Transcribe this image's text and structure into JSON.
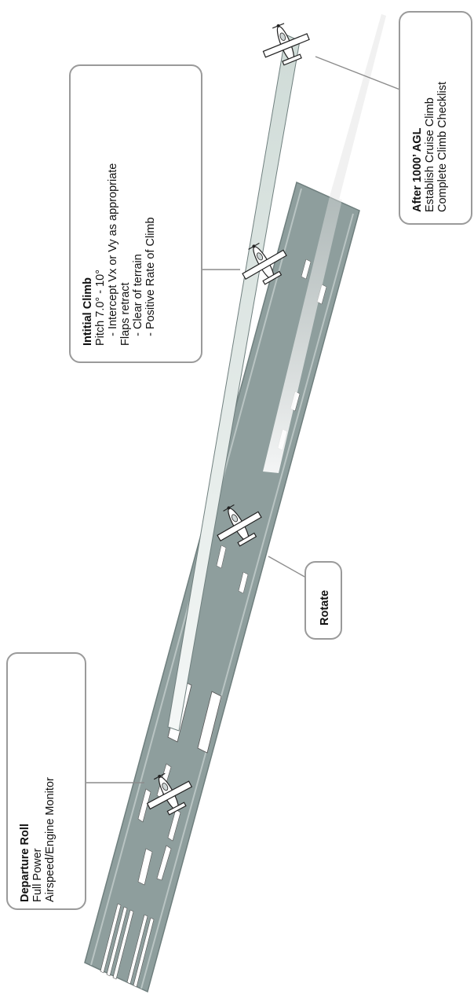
{
  "colors": {
    "runway": "#8e9e9d",
    "runway_edge": "#6f7f7e",
    "markings": "#ffffff",
    "flight_path": "#dfe8e5",
    "callout_border": "#9a9a9a",
    "leader_line": "#8c8c8c"
  },
  "callouts": {
    "departure": {
      "title": "Departure Roll",
      "line1": "Full Power",
      "line2": "Airspeed/Engine Monitor"
    },
    "rotate": {
      "title": "Rotate"
    },
    "initial_climb": {
      "title": "Intitial Climb",
      "line1": "Pitch 7.0° - 10°",
      "line2": "   - Intercept Vx or Vy as appropriate",
      "line3": "Flaps retract",
      "line4": "   - Clear of terrain",
      "line5": "   - Positive Rate of Climb"
    },
    "after_1000": {
      "title": "After 1000’ AGL",
      "line1": "Establish Cruise Climb",
      "line2": "Complete Climb Checklist"
    }
  },
  "aircraft": [
    {
      "name": "aircraft-departure-roll-icon"
    },
    {
      "name": "aircraft-rotate-icon"
    },
    {
      "name": "aircraft-initial-climb-icon"
    },
    {
      "name": "aircraft-cruise-climb-icon"
    }
  ]
}
